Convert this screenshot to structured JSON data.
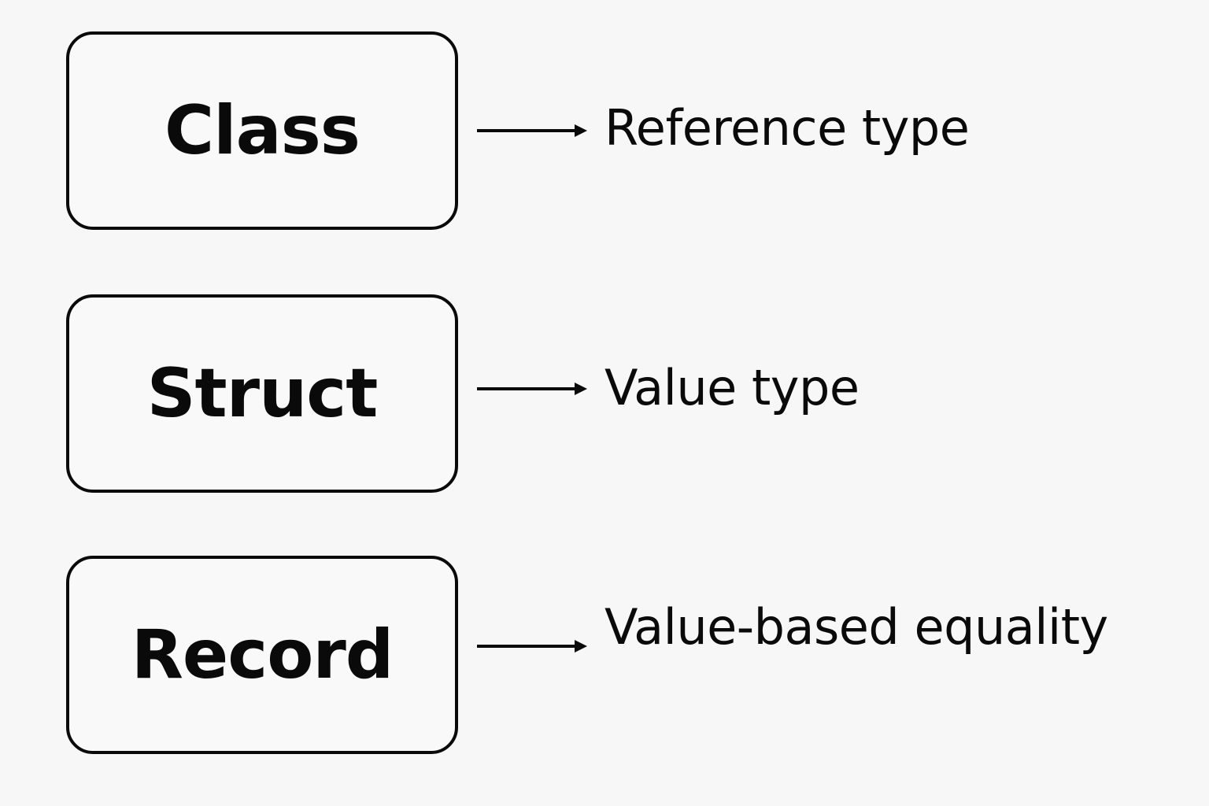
{
  "diagram": {
    "items": [
      {
        "name": "Class",
        "description": "Reference type"
      },
      {
        "name": "Struct",
        "description": "Value type"
      },
      {
        "name": "Record",
        "description": "Value-based equality"
      }
    ]
  },
  "colors": {
    "background": "#f7f7f7",
    "stroke": "#0a0a0a",
    "text": "#0a0a0a"
  },
  "icons": {
    "connector": "arrow-right-icon"
  }
}
